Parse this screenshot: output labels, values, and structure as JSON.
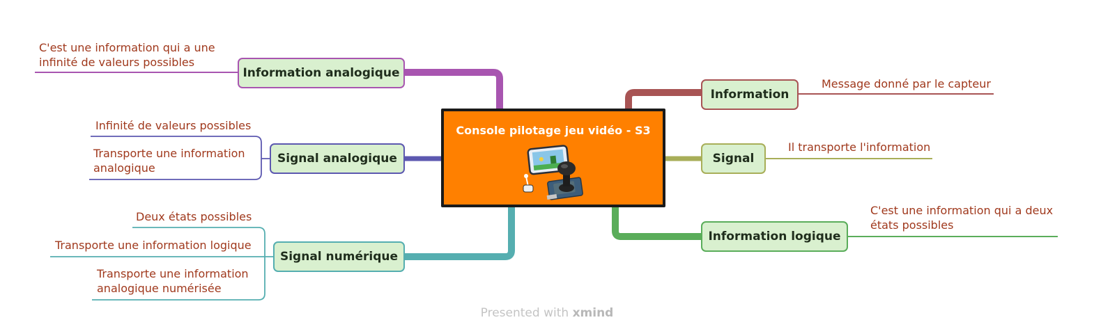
{
  "central": {
    "title": "Console pilotage jeu vidéo - S3",
    "illustration_icon": "game-console-joystick-icon",
    "color": "#ff8000"
  },
  "branches": {
    "information_analogique": {
      "label": "Information analogique",
      "color": "#a855b0",
      "leaves": [
        "C'est une information qui a une",
        "infinité de valeurs possibles"
      ]
    },
    "signal_analogique": {
      "label": "Signal analogique",
      "color": "#5c58b0",
      "leaves": [
        "Infinité de valeurs possibles",
        "Transporte une information",
        "analogique"
      ]
    },
    "signal_numerique": {
      "label": "Signal numérique",
      "color": "#55aeb0",
      "leaves": [
        "Deux états possibles",
        "Transporte une information logique",
        "Transporte une information",
        "analogique numérisée"
      ]
    },
    "information": {
      "label": "Information",
      "color": "#a85454",
      "leaves": [
        "Message donné par le capteur"
      ]
    },
    "signal": {
      "label": "Signal",
      "color": "#a8ae58",
      "leaves": [
        "Il transporte l'information"
      ]
    },
    "information_logique": {
      "label": "Information logique",
      "color": "#5aad5a",
      "leaves": [
        "C'est une information qui a deux",
        "états possibles"
      ]
    }
  },
  "footer": {
    "prefix": "Presented with",
    "brand": "xmind"
  }
}
